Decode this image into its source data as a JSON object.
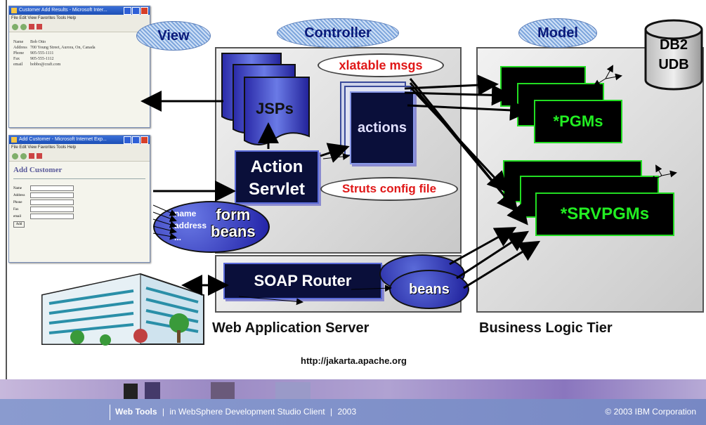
{
  "tiers": {
    "view": "View",
    "controller": "Controller",
    "model": "Model"
  },
  "result_window": {
    "title": "Customer Add Results - Microsoft Inter...",
    "menu": "File  Edit  View  Favorites  Tools  Help",
    "fields": [
      {
        "key": "Name",
        "value": "Bob Otto"
      },
      {
        "key": "Address",
        "value": "700 Young Street, Aurora, On, Canada"
      },
      {
        "key": "Phone",
        "value": "905-555-1111"
      },
      {
        "key": "Fax",
        "value": "905-555-1112"
      },
      {
        "key": "email",
        "value": "bobbo@craft.com"
      }
    ]
  },
  "form_window": {
    "title": "Add Customer - Microsoft Internet Exp...",
    "menu": "File  Edit  View  Favorites  Tools  Help",
    "heading": "Add Customer",
    "fields": [
      "Name",
      "Address",
      "Phone",
      "Fax",
      "email"
    ],
    "button": "Add"
  },
  "web_app_server": {
    "label": "Web Application Server",
    "jsps": "JSPs",
    "xlatable": "xlatable msgs",
    "actions": "actions",
    "servlet_line1": "Action",
    "servlet_line2": "Servlet",
    "struts": "Struts config file",
    "formbeans_fields": [
      "name",
      "address",
      "..."
    ],
    "formbeans_line1": "form",
    "formbeans_line2": "beans",
    "soap": "SOAP Router",
    "beans": "beans"
  },
  "business_tier": {
    "label": "Business Logic Tier",
    "pgms": "*PGMs",
    "srvpgms": "*SRVPGMs",
    "db_line1": "DB2",
    "db_line2": "UDB"
  },
  "url": "http://jakarta.apache.org",
  "footer": {
    "product": "Web Tools",
    "sep1": "|",
    "context": "in WebSphere Development Studio Client",
    "sep2": "|",
    "year": "2003",
    "copyright": "© 2003 IBM Corporation"
  },
  "colors": {
    "dark_box": "#0a0f3a",
    "accent_green": "#22dd22",
    "accent_red": "#e01818",
    "tier_pill_text": "#0a1a7a"
  }
}
